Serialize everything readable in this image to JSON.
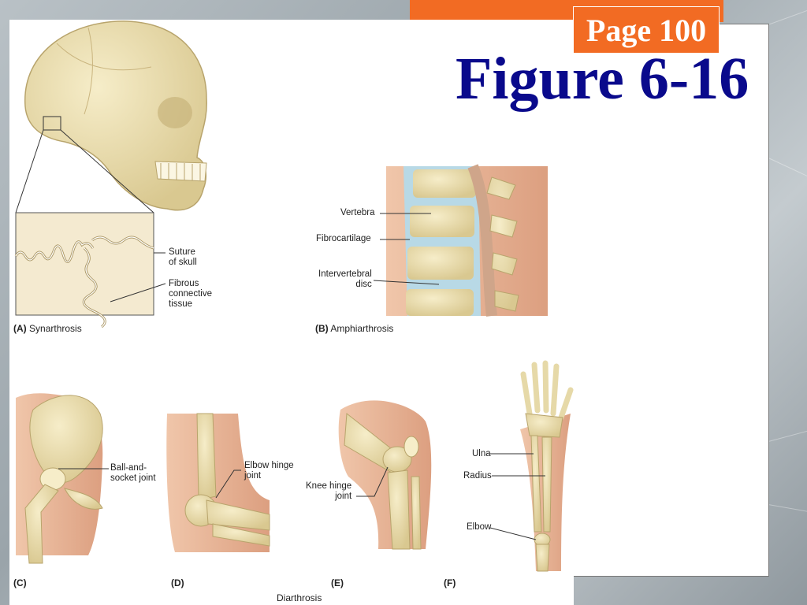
{
  "slide": {
    "page_label": "Page 100",
    "title": "Figure 6-16"
  },
  "figure": {
    "panels": [
      {
        "letter": "(A)",
        "name": "Synarthrosis"
      },
      {
        "letter": "(B)",
        "name": "Amphiarthrosis"
      },
      {
        "letter": "(C)",
        "name": ""
      },
      {
        "letter": "(D)",
        "name": ""
      },
      {
        "letter": "(E)",
        "name": ""
      },
      {
        "letter": "(F)",
        "name": ""
      }
    ],
    "group_caption": "Diarthrosis",
    "labels": {
      "suture_l1": "Suture",
      "suture_l2": "of skull",
      "fibrous_l1": "Fibrous",
      "fibrous_l2": "connective",
      "fibrous_l3": "tissue",
      "vertebra": "Vertebra",
      "fibrocartilage": "Fibrocartilage",
      "interv_l1": "Intervertebral",
      "interv_l2": "disc",
      "ball_l1": "Ball-and-",
      "ball_l2": "socket joint",
      "elbow_l1": "Elbow hinge",
      "elbow_l2": "joint",
      "knee_l1": "Knee hinge",
      "knee_l2": "joint",
      "ulna": "Ulna",
      "radius": "Radius",
      "elbow": "Elbow"
    },
    "colors": {
      "bone": "#ece0b0",
      "bone_shade": "#cdbd86",
      "skin": "#e8b597",
      "cartilage": "#a9d0e0",
      "title": "#0a0a8c",
      "accent": "#f26b23"
    }
  }
}
